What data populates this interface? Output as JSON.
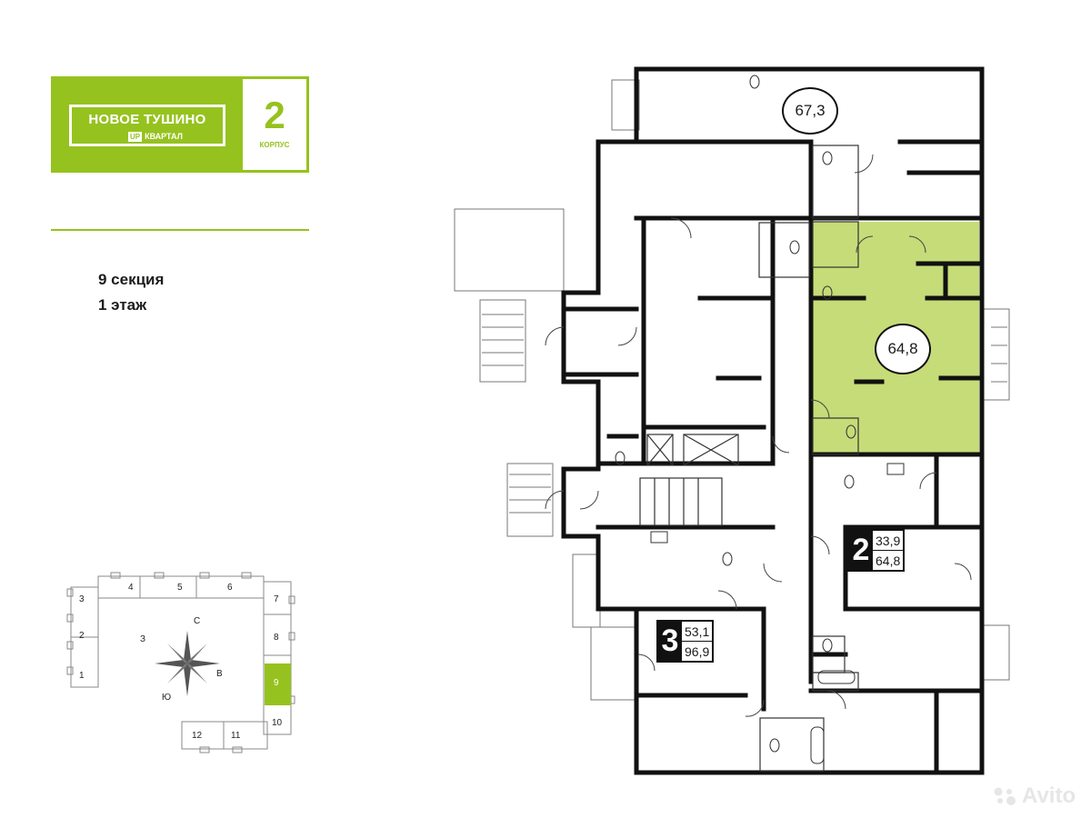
{
  "logo": {
    "project_name": "НОВОЕ ТУШИНО",
    "up_badge": "UP",
    "kvartal": "КВАРТАЛ",
    "building_number": "2",
    "building_word": "КОРПУС",
    "brand_color": "#96c21f"
  },
  "caption": {
    "section": "9 секция",
    "floor": "1 этаж"
  },
  "keymap": {
    "compass": {
      "n": "С",
      "s": "Ю",
      "e": "В",
      "w": "З"
    },
    "sections": [
      "1",
      "2",
      "3",
      "4",
      "5",
      "6",
      "7",
      "8",
      "9",
      "10",
      "11",
      "12"
    ],
    "highlighted_section": "9"
  },
  "plan": {
    "highlight_color": "#c6dc78",
    "apartment_areas": {
      "top": "67,3",
      "highlighted": "64,8"
    },
    "badges": {
      "two_room": {
        "rooms": "2",
        "living": "33,9",
        "total": "64,8"
      },
      "three_room": {
        "rooms": "3",
        "living": "53,1",
        "total": "96,9"
      }
    }
  },
  "watermark": "Avito"
}
